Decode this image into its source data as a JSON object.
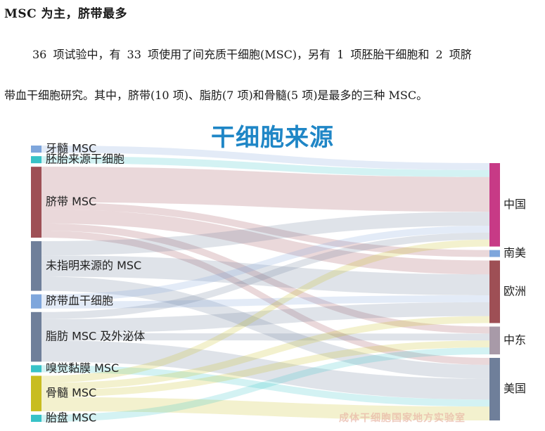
{
  "document": {
    "heading": "MSC 为主，脐带最多",
    "paragraph_line1": "36 项试验中，有 33 项使用了间充质干细胞(MSC)，另有 1 项胚胎干细胞和 2 项脐",
    "paragraph_line2": "带血干细胞研究。其中，脐带(10 项)、脂肪(7 项)和骨髓(5 项)是最多的三种 MSC。"
  },
  "chart_data": {
    "type": "sankey",
    "title": "干细胞来源",
    "sources": [
      {
        "label": "牙髓 MSC",
        "color": "#7ea6dc"
      },
      {
        "label": "胚胎来源干细胞",
        "color": "#37c2c7"
      },
      {
        "label": "脐带 MSC",
        "color": "#9e4f55"
      },
      {
        "label": "未指明来源的 MSC",
        "color": "#6f7f9a"
      },
      {
        "label": "脐带血干细胞",
        "color": "#7ea6dc"
      },
      {
        "label": "脂肪 MSC 及外泌体",
        "color": "#6f7f9a"
      },
      {
        "label": "嗅觉黏膜 MSC",
        "color": "#37c2c7"
      },
      {
        "label": "骨髓 MSC",
        "color": "#c8bd20"
      },
      {
        "label": "胎盘 MSC",
        "color": "#37c2c7"
      }
    ],
    "targets": [
      {
        "label": "中国",
        "color": "#c73a86"
      },
      {
        "label": "南美",
        "color": "#7ea6dc"
      },
      {
        "label": "欧洲",
        "color": "#9e4f55"
      },
      {
        "label": "中东",
        "color": "#a89aa8"
      },
      {
        "label": "美国",
        "color": "#6f7f9a"
      }
    ],
    "links": [
      {
        "source": "牙髓 MSC",
        "target": "中国",
        "value": 1
      },
      {
        "source": "胚胎来源干细胞",
        "target": "中国",
        "value": 1
      },
      {
        "source": "脐带 MSC",
        "target": "中国",
        "value": 5
      },
      {
        "source": "脐带 MSC",
        "target": "南美",
        "value": 1
      },
      {
        "source": "脐带 MSC",
        "target": "欧洲",
        "value": 2
      },
      {
        "source": "脐带 MSC",
        "target": "中东",
        "value": 1
      },
      {
        "source": "脐带 MSC",
        "target": "美国",
        "value": 1
      },
      {
        "source": "未指明来源的 MSC",
        "target": "中国",
        "value": 2
      },
      {
        "source": "未指明来源的 MSC",
        "target": "欧洲",
        "value": 3
      },
      {
        "source": "未指明来源的 MSC",
        "target": "美国",
        "value": 2
      },
      {
        "source": "脐带血干细胞",
        "target": "中国",
        "value": 1
      },
      {
        "source": "脐带血干细胞",
        "target": "欧洲",
        "value": 1
      },
      {
        "source": "脂肪 MSC 及外泌体",
        "target": "中国",
        "value": 1
      },
      {
        "source": "脂肪 MSC 及外泌体",
        "target": "欧洲",
        "value": 2
      },
      {
        "source": "脂肪 MSC 及外泌体",
        "target": "中东",
        "value": 1
      },
      {
        "source": "脂肪 MSC 及外泌体",
        "target": "美国",
        "value": 3
      },
      {
        "source": "嗅觉黏膜 MSC",
        "target": "美国",
        "value": 1
      },
      {
        "source": "骨髓 MSC",
        "target": "中国",
        "value": 1
      },
      {
        "source": "骨髓 MSC",
        "target": "欧洲",
        "value": 1
      },
      {
        "source": "骨髓 MSC",
        "target": "中东",
        "value": 1
      },
      {
        "source": "骨髓 MSC",
        "target": "美国",
        "value": 2
      },
      {
        "source": "胎盘 MSC",
        "target": "中东",
        "value": 1
      }
    ],
    "watermark": "成体干细胞国家地方实验室"
  }
}
